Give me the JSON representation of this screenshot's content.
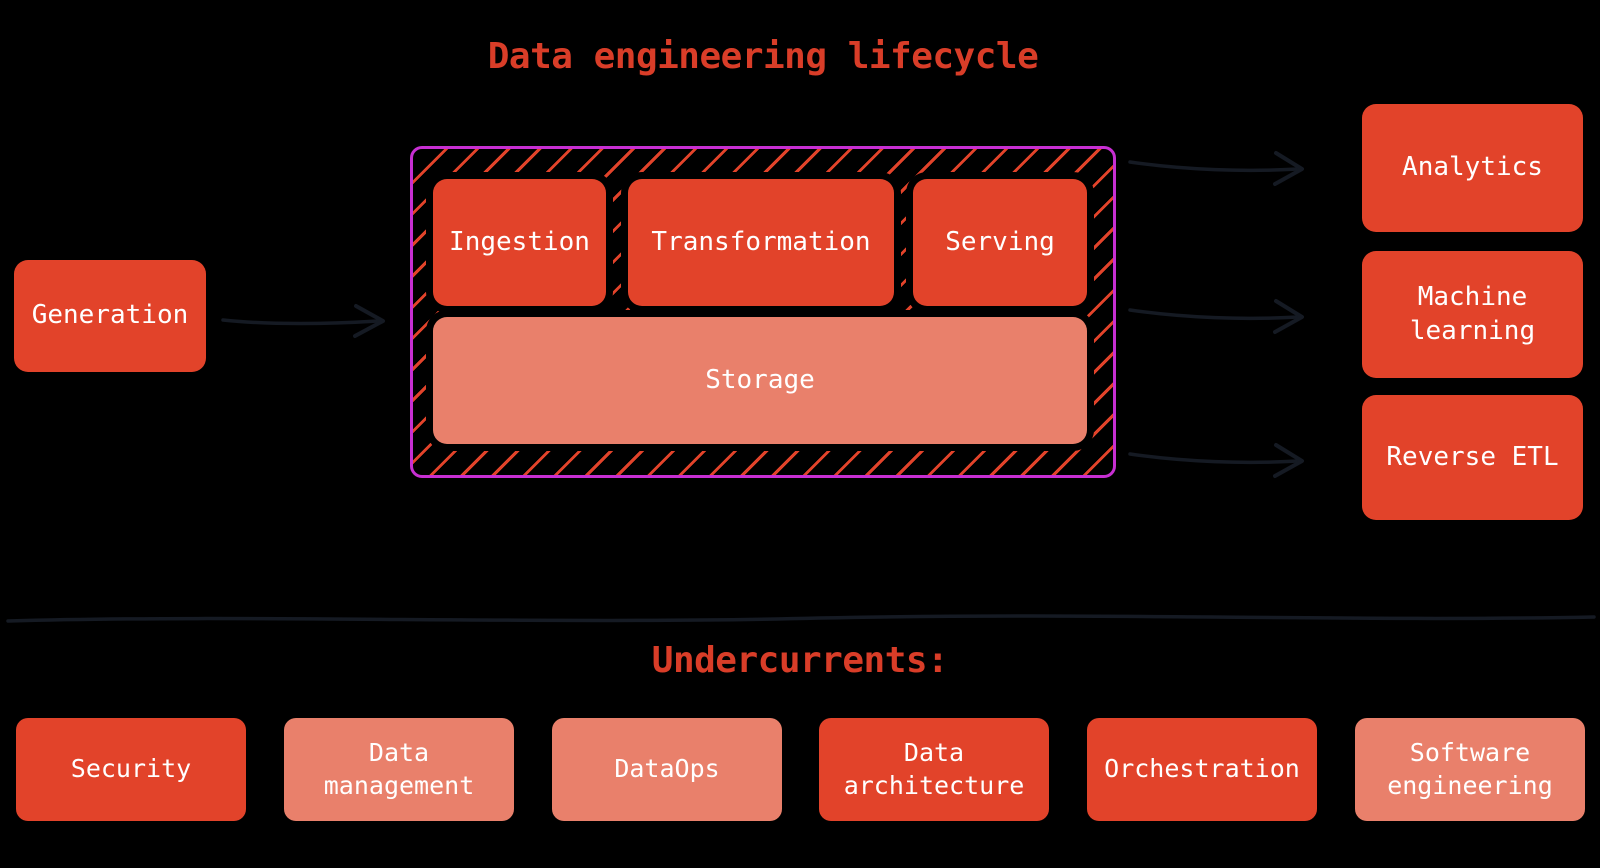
{
  "diagram": {
    "title": "Data engineering lifecycle",
    "generation": {
      "label": "Generation"
    },
    "lifecycle_box": {
      "stages": [
        {
          "label": "Ingestion"
        },
        {
          "label": "Transformation"
        },
        {
          "label": "Serving"
        }
      ],
      "storage": {
        "label": "Storage"
      }
    },
    "outputs": [
      {
        "label": "Analytics"
      },
      {
        "label": "Machine learning"
      },
      {
        "label": "Reverse ETL"
      }
    ],
    "undercurrents": {
      "heading": "Undercurrents:",
      "items": [
        {
          "label": "Security",
          "tone": "dark"
        },
        {
          "label": "Data management",
          "tone": "light"
        },
        {
          "label": "DataOps",
          "tone": "light"
        },
        {
          "label": "Data architecture",
          "tone": "dark"
        },
        {
          "label": "Orchestration",
          "tone": "dark"
        },
        {
          "label": "Software engineering",
          "tone": "light"
        }
      ]
    },
    "colors": {
      "background": "#000000",
      "box_dark": "#e2432a",
      "box_light": "#e9806b",
      "heading_text": "#d93d28",
      "label_text": "#ffffff",
      "hatch_border": "#c72fd2",
      "hatch_stripe": "#e2432a",
      "arrow_stroke": "#151a23"
    }
  }
}
